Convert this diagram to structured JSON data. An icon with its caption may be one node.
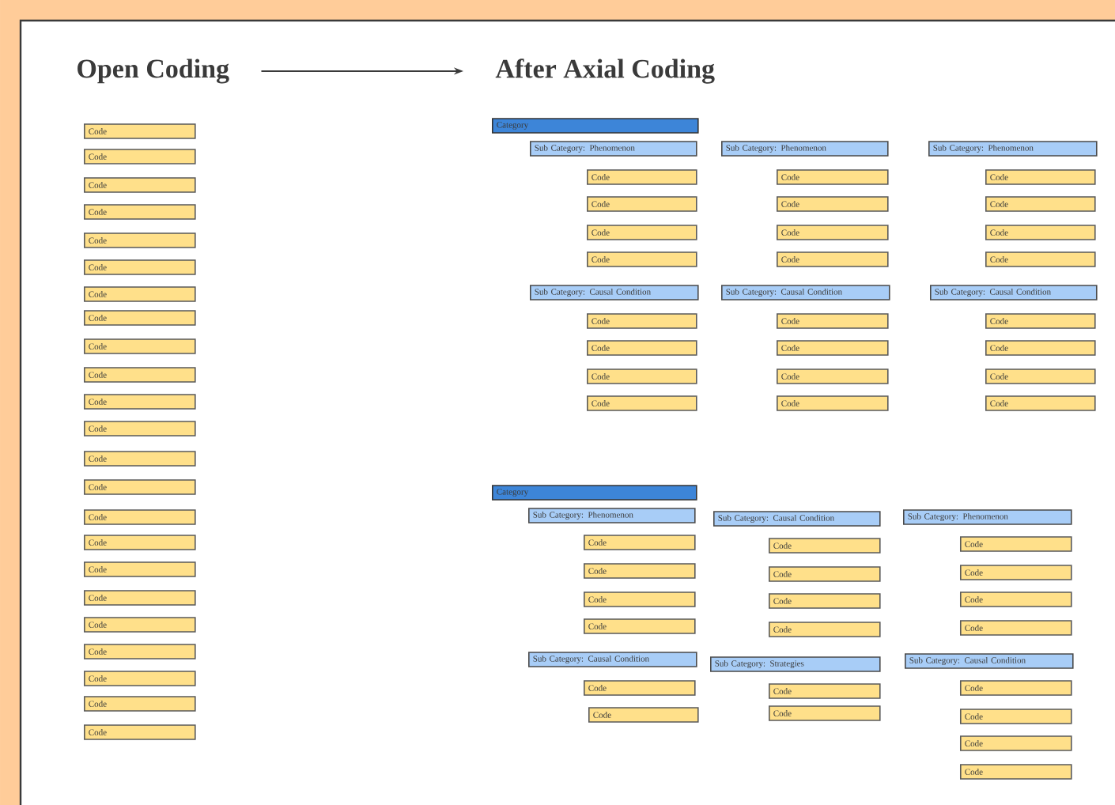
{
  "diagram": {
    "nodes": [
      {
        "text": [
          "Open Coding"
        ]
      },
      {
        "text": [
          "After Axial Coding"
        ]
      },
      {
        "text": [
          "Code"
        ]
      },
      {
        "text": [
          "Code"
        ]
      },
      {
        "text": [
          "Code"
        ]
      },
      {
        "text": [
          "Code"
        ]
      },
      {
        "text": [
          "Code"
        ]
      },
      {
        "text": [
          "Code"
        ]
      },
      {
        "text": [
          "Code"
        ]
      },
      {
        "text": [
          "Code"
        ]
      },
      {
        "text": [
          "Code"
        ]
      },
      {
        "text": [
          "Code"
        ]
      },
      {
        "text": [
          "Code"
        ]
      },
      {
        "text": [
          "Code"
        ]
      },
      {
        "text": [
          "Code"
        ]
      },
      {
        "text": [
          "Code"
        ]
      },
      {
        "text": [
          "Code"
        ]
      },
      {
        "text": [
          "Code"
        ]
      },
      {
        "text": [
          "Code"
        ]
      },
      {
        "text": [
          "Code"
        ]
      },
      {
        "text": [
          "Code"
        ]
      },
      {
        "text": [
          "Code"
        ]
      },
      {
        "text": [
          "Code"
        ]
      },
      {
        "text": [
          "Code"
        ]
      },
      {
        "text": [
          "Code"
        ]
      },
      {
        "text": [
          "Category"
        ]
      },
      {
        "text": [
          "Sub Category: Phenomenon"
        ]
      },
      {
        "text": [
          "Code"
        ]
      },
      {
        "text": [
          "Code"
        ]
      },
      {
        "text": [
          "Code"
        ]
      },
      {
        "text": [
          "Code"
        ]
      },
      {
        "text": [
          "Sub Category: Phenomenon"
        ]
      },
      {
        "text": [
          "Code"
        ]
      },
      {
        "text": [
          "Code"
        ]
      },
      {
        "text": [
          "Code"
        ]
      },
      {
        "text": [
          "Code"
        ]
      },
      {
        "text": [
          "Sub Category: Phenomenon"
        ]
      },
      {
        "text": [
          "Code"
        ]
      },
      {
        "text": [
          "Code"
        ]
      },
      {
        "text": [
          "Code"
        ]
      },
      {
        "text": [
          "Code"
        ]
      },
      {
        "text": [
          "Sub Category: Causal Condition"
        ]
      },
      {
        "text": [
          "Code"
        ]
      },
      {
        "text": [
          "Code"
        ]
      },
      {
        "text": [
          "Code"
        ]
      },
      {
        "text": [
          "Code"
        ]
      },
      {
        "text": [
          "Sub Category: Causal Condition"
        ]
      },
      {
        "text": [
          "Code"
        ]
      },
      {
        "text": [
          "Code"
        ]
      },
      {
        "text": [
          "Code"
        ]
      },
      {
        "text": [
          "Code"
        ]
      },
      {
        "text": [
          "Sub Category: Causal Condition"
        ]
      },
      {
        "text": [
          "Code"
        ]
      },
      {
        "text": [
          "Code"
        ]
      },
      {
        "text": [
          "Code"
        ]
      },
      {
        "text": [
          "Code"
        ]
      },
      {
        "text": [
          "Category"
        ]
      },
      {
        "text": [
          "Sub Category: Phenomenon"
        ]
      },
      {
        "text": [
          "Code"
        ]
      },
      {
        "text": [
          "Code"
        ]
      },
      {
        "text": [
          "Code"
        ]
      },
      {
        "text": [
          "Code"
        ]
      },
      {
        "text": [
          "Sub Category: Causal Condition"
        ]
      },
      {
        "text": [
          "Code"
        ]
      },
      {
        "text": [
          "Code"
        ]
      },
      {
        "text": [
          "Code"
        ]
      },
      {
        "text": [
          "Code"
        ]
      },
      {
        "text": [
          "Sub Category: Phenomenon"
        ]
      },
      {
        "text": [
          "Code"
        ]
      },
      {
        "text": [
          "Code"
        ]
      },
      {
        "text": [
          "Code"
        ]
      },
      {
        "text": [
          "Code"
        ]
      },
      {
        "text": [
          "Sub Category: Causal Condition"
        ]
      },
      {
        "text": [
          "Code"
        ]
      },
      {
        "text": [
          "Code"
        ]
      },
      {
        "text": [
          "Sub Category: Strategies"
        ]
      },
      {
        "text": [
          "Code"
        ]
      },
      {
        "text": [
          "Code"
        ]
      },
      {
        "text": [
          "Sub Category: Causal Condition"
        ]
      },
      {
        "text": [
          "Code"
        ]
      },
      {
        "text": [
          "Code"
        ]
      },
      {
        "text": [
          "Code"
        ]
      },
      {
        "text": [
          "Code"
        ]
      }
    ],
    "edges": [
      {
        "from": 0,
        "to": 1,
        "arrow": "to"
      }
    ]
  }
}
